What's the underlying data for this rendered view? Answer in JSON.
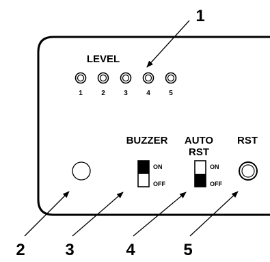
{
  "panel": {
    "level_label": "LEVEL",
    "level_leds": [
      "1",
      "2",
      "3",
      "4",
      "5"
    ],
    "buzzer_label": "BUZZER",
    "auto_rst_label_line1": "AUTO",
    "auto_rst_label_line2": "RST",
    "rst_label": "RST",
    "buzzer_switch": {
      "on_label": "ON",
      "off_label": "OFF",
      "position": "ON"
    },
    "auto_rst_switch": {
      "on_label": "ON",
      "off_label": "OFF",
      "position": "OFF"
    }
  },
  "callouts": [
    "1",
    "2",
    "3",
    "4",
    "5"
  ]
}
